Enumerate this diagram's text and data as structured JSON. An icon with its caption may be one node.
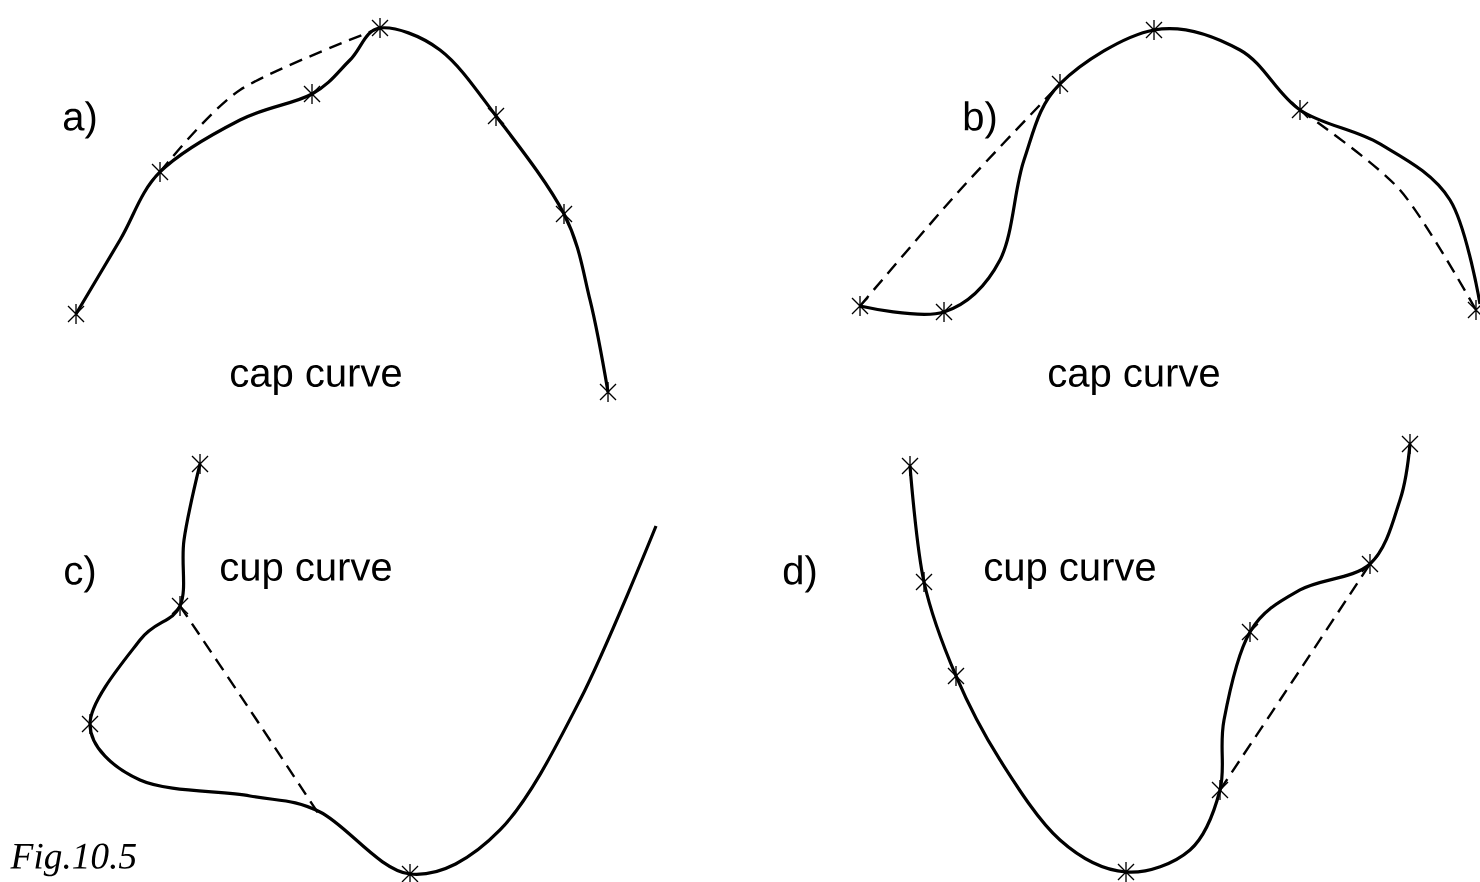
{
  "diagram": {
    "caption": "Fig.10.5",
    "labels": [
      "a)",
      "b)",
      "cap curve",
      "cap curve",
      "c)",
      "cup curve",
      "d)",
      "cup curve"
    ]
  }
}
